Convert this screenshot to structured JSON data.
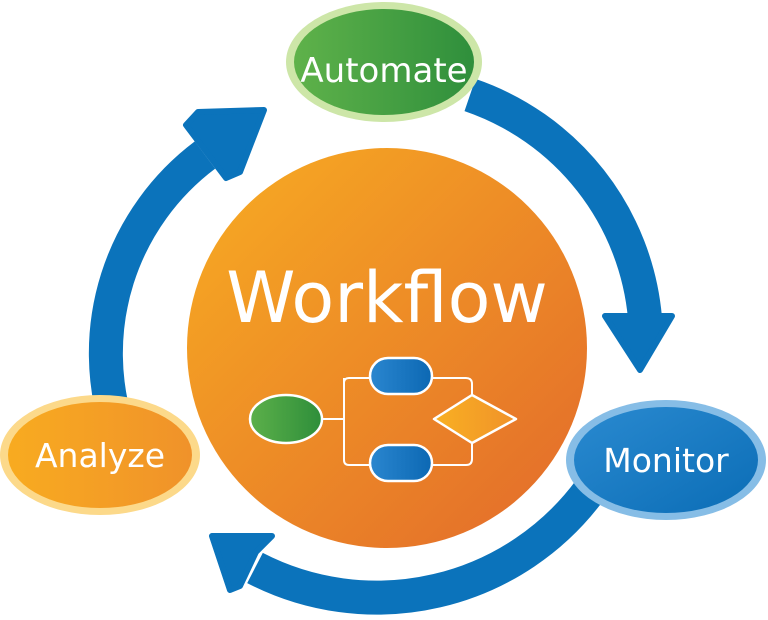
{
  "diagram": {
    "title": "Workflow",
    "colors": {
      "arrow": "#0b73bb",
      "center_light": "#f6a623",
      "center_dark": "#e3702a",
      "automate_fill": "#3f9f3f",
      "automate_border": "#c9e3a4",
      "monitor_fill": "#1479c4",
      "monitor_border": "#7fb8e3",
      "analyze_fill": "#f5a020",
      "analyze_border": "#fbd98a",
      "flow_start": "#3d9c3b",
      "flow_process": "#0f6fb8",
      "flow_decision": "#f6a623",
      "flow_line": "#ffffff"
    },
    "stages": [
      {
        "id": "automate",
        "label": "Automate"
      },
      {
        "id": "monitor",
        "label": "Monitor"
      },
      {
        "id": "analyze",
        "label": "Analyze"
      }
    ],
    "cycle_direction": "clockwise",
    "flowchart": {
      "nodes": [
        {
          "type": "start-ellipse"
        },
        {
          "type": "process"
        },
        {
          "type": "process"
        },
        {
          "type": "decision"
        }
      ]
    }
  }
}
